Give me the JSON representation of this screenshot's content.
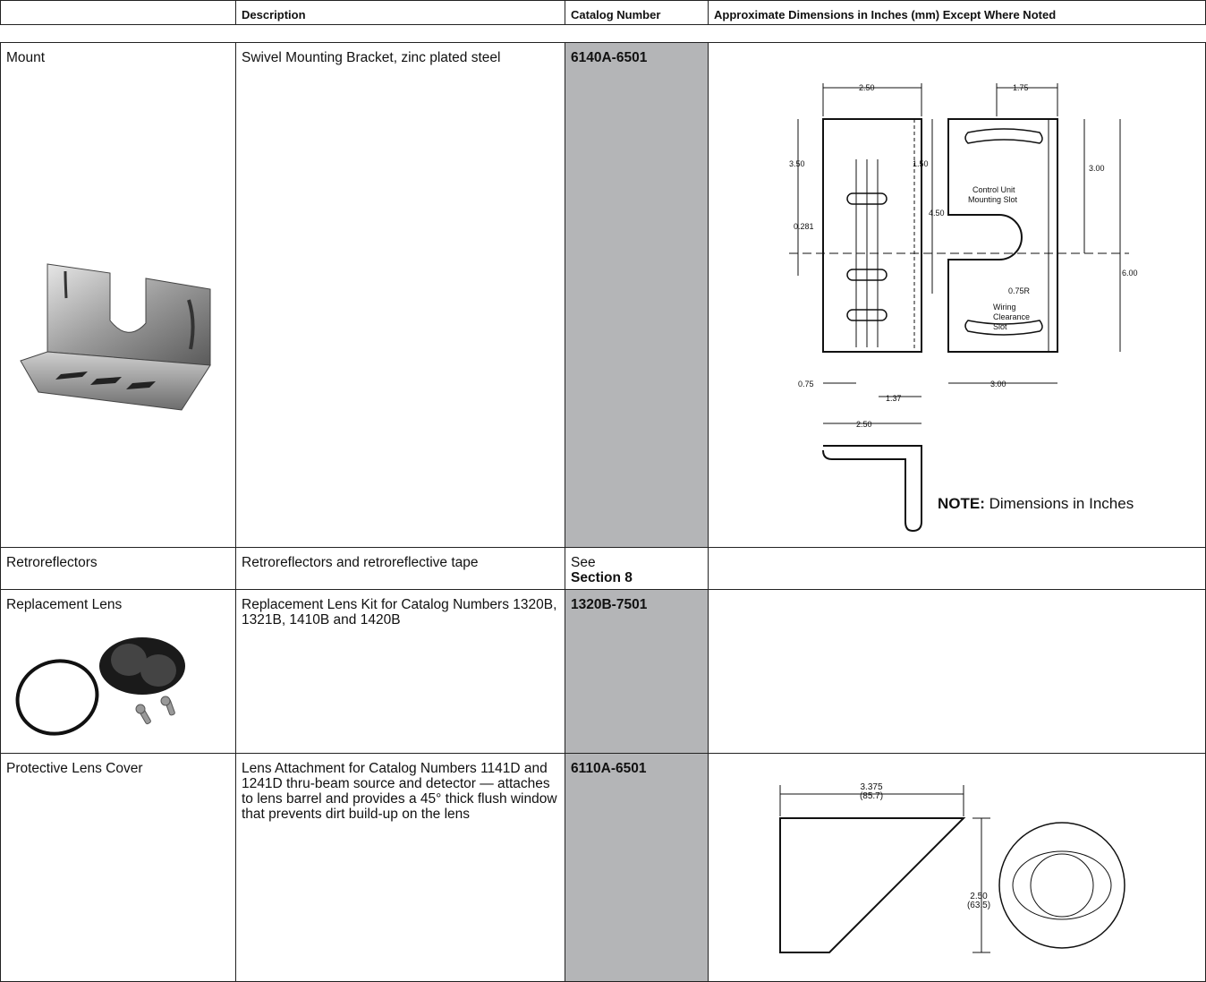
{
  "header": {
    "col1": "",
    "col2": "Description",
    "col3": "Catalog Number",
    "col4": "Approximate Dimensions in Inches (mm) Except Where Noted"
  },
  "rows": [
    {
      "name": "Mount",
      "description": "Swivel Mounting Bracket, zinc plated steel",
      "catalog": "6140A-6501",
      "image": "mounting-bracket-photo",
      "drawing": {
        "dims": [
          "2.50",
          "1.75",
          "3.50",
          "1.50",
          "3.00",
          "0.281",
          "4.50",
          "6.00",
          "0.75R",
          "0.75",
          "1.37",
          "3.00",
          "2.50"
        ],
        "labels": [
          "Control Unit",
          "Mounting Slot",
          "Wiring",
          "Clearance",
          "Slot"
        ],
        "note_bold": "NOTE:",
        "note_text": " Dimensions in Inches"
      }
    },
    {
      "name": "Retroreflectors",
      "description": "Retroreflectors and retroreflective tape",
      "catalog_line1": "See",
      "catalog_line2": "Section 8"
    },
    {
      "name": "Replacement Lens",
      "description": "Replacement Lens Kit for Catalog Numbers 1320B, 1321B, 1410B and 1420B",
      "catalog": "1320B-7501",
      "image": "replacement-lens-kit-photo"
    },
    {
      "name": "Protective Lens Cover",
      "description": "Lens Attachment for Catalog Numbers 1141D and 1241D thru-beam source and detector — attaches to lens barrel and provides a 45° thick flush window that prevents dirt build-up on the lens",
      "catalog": "6110A-6501",
      "drawing": {
        "width_in": "3.375",
        "width_mm": "(85.7)",
        "height_in": "2.50",
        "height_mm": "(63.5)"
      }
    }
  ]
}
